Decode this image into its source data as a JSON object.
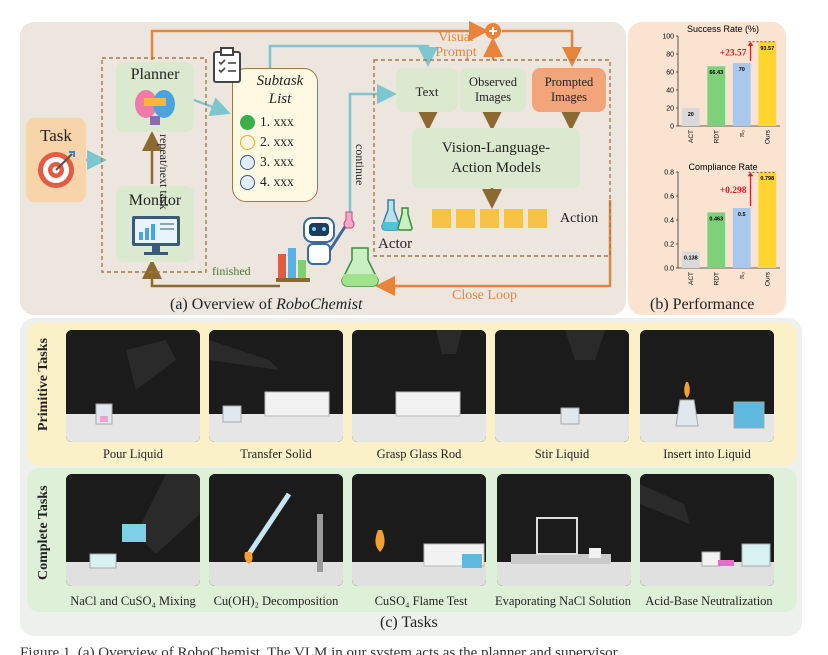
{
  "overview": {
    "task_label": "Task",
    "planner_label": "Planner",
    "monitor_label": "Monitor",
    "repeat_label": "repeat/",
    "next_task_label": "next task",
    "finished_label": "finished",
    "subtask_title_1": "Subtask",
    "subtask_title_2": "List",
    "subtasks": [
      "1. xxx",
      "2. xxx",
      "3. xxx",
      "4. xxx"
    ],
    "continue_label": "continue",
    "visual_prompt_1": "Visual",
    "visual_prompt_2": "Prompt",
    "text_box": "Text",
    "observed_1": "Observed",
    "observed_2": "Images",
    "prompted_1": "Prompted",
    "prompted_2": "Images",
    "vla_1": "Vision-Language-",
    "vla_2": "Action  Models",
    "action_label": "Action",
    "actor_label": "Actor",
    "close_loop": "Close  Loop",
    "caption_prefix": "(a) Overview of ",
    "caption_italic": "RoboChemist"
  },
  "performance": {
    "caption": "(b) Performance"
  },
  "chart_data": [
    {
      "type": "bar",
      "title": "Success Rate (%)",
      "categories": [
        "ACT",
        "RDT",
        "π₀",
        "Ours"
      ],
      "values": [
        20,
        66.43,
        70,
        93.57
      ],
      "value_labels": [
        "20",
        "66.43",
        "70",
        "93.57"
      ],
      "yticks": [
        "0",
        "20",
        "40",
        "60",
        "80",
        "100"
      ],
      "ylim": [
        0,
        100
      ],
      "annotation": "+23.57",
      "colors": [
        "#d9d9d9",
        "#7fd07a",
        "#a9c8ec",
        "#ffd52e"
      ]
    },
    {
      "type": "bar",
      "title": "Compliance Rate",
      "categories": [
        "ACT",
        "RDT",
        "π₀",
        "Ours"
      ],
      "values": [
        0.138,
        0.463,
        0.5,
        0.798
      ],
      "value_labels": [
        "0.138",
        "0.463",
        "0.5",
        "0.798"
      ],
      "yticks": [
        "0.0",
        "0.2",
        "0.4",
        "0.6",
        "0.8"
      ],
      "ylim": [
        0,
        0.8
      ],
      "annotation": "+0.298",
      "colors": [
        "#d9d9d9",
        "#7fd07a",
        "#a9c8ec",
        "#ffd52e"
      ]
    }
  ],
  "tasks": {
    "primitive_label": "Primitive Tasks",
    "complete_label": "Complete Tasks",
    "primitive": [
      "Pour Liquid",
      "Transfer Solid",
      "Grasp Glass Rod",
      "Stir Liquid",
      "Insert into Liquid"
    ],
    "complete": [
      "NaCl and CuSO₄ Mixing",
      "Cu(OH)₂ Decomposition",
      "CuSO₄ Flame Test",
      "Evaporating NaCl Solution",
      "Acid-Base Neutralization"
    ],
    "caption": "(c) Tasks"
  },
  "figure_caption_partial": "Figure 1. (a) Overview of RoboChemist. The VLM in our system acts as the planner and supervisor"
}
